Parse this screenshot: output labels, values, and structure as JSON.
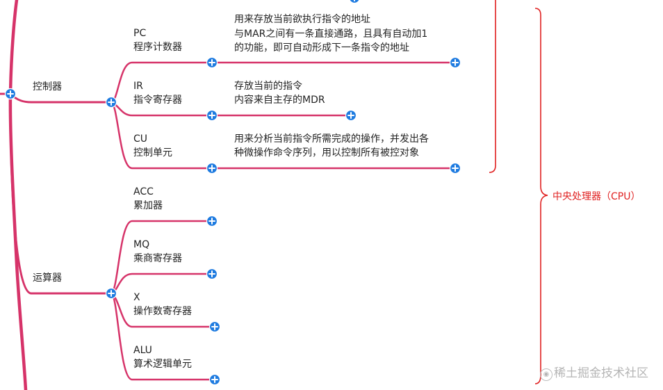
{
  "colors": {
    "branch": "#d63369",
    "expand_button": "#1e7be0",
    "bracket": "#e02020",
    "watermark": "#b5b5b5"
  },
  "icons": {
    "expand": "plus-circle-icon"
  },
  "mindmap": {
    "controller": {
      "label": "控制器",
      "items": [
        {
          "abbr": "PC",
          "name": "程序计数器",
          "desc": [
            "用来存放当前欲执行指令的地址",
            "与MAR之间有一条直接通路，且具有自动加1",
            "的功能，即可自动形成下一条指令的地址"
          ]
        },
        {
          "abbr": "IR",
          "name": "指令寄存器",
          "desc": [
            "存放当前的指令",
            "内容来自主存的MDR"
          ]
        },
        {
          "abbr": "CU",
          "name": "控制单元",
          "desc": [
            "用来分析当前指令所需完成的操作，并发出各",
            "种微操作命令序列，用以控制所有被控对象"
          ]
        }
      ]
    },
    "alu_unit": {
      "label": "运算器",
      "items": [
        {
          "abbr": "ACC",
          "name": "累加器"
        },
        {
          "abbr": "MQ",
          "name": "乘商寄存器"
        },
        {
          "abbr": "X",
          "name": "操作数寄存器"
        },
        {
          "abbr": "ALU",
          "name": "算术逻辑单元"
        }
      ]
    },
    "cpu_label": "中央处理器（CPU）"
  },
  "watermark": "稀土掘金技术社区"
}
